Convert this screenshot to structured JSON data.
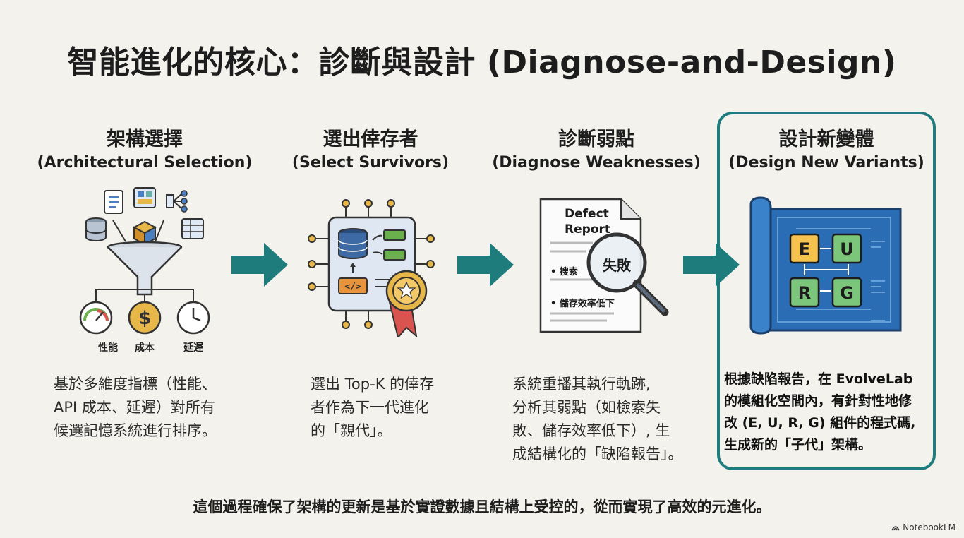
{
  "title": "智能進化的核心：診斷與設計 (Diagnose-and-Design)",
  "stages": [
    {
      "title_zh": "架構選擇",
      "title_en": "(Architectural Selection)",
      "metrics": [
        "性能",
        "成本",
        "延遲"
      ],
      "desc_lines": [
        "基於多維度指標（性能、",
        "API 成本、延遲）對所有",
        "候選記憶系統進行排序。"
      ]
    },
    {
      "title_zh": "選出倖存者",
      "title_en": "(Select Survivors)",
      "desc_lines": [
        "選出 Top-K 的倖存",
        "者作為下一代進化",
        "的「親代」。"
      ]
    },
    {
      "title_zh": "診斷弱點",
      "title_en": "(Diagnose Weaknesses)",
      "report_title_1": "Defect",
      "report_title_2": "Report",
      "report_items": [
        "• 搜索",
        "• 儲存效率低下"
      ],
      "magnifier_text": "失敗",
      "desc_lines": [
        "系統重播其執行軌跡,",
        "分析其弱點（如檢索失",
        "敗、儲存效率低下）, 生",
        "成結構化的「缺陷報告」。"
      ]
    },
    {
      "title_zh": "設計新變體",
      "title_en": "(Design New Variants)",
      "blocks": [
        "E",
        "U",
        "R",
        "G"
      ],
      "desc_lines": [
        "根據缺陷報告，在 EvolveLab",
        "的模組化空間內，有針對性地修",
        "改 (E, U, R, G) 組件的程式碼,",
        "生成新的「子代」架構。"
      ]
    }
  ],
  "footer": "這個過程確保了架構的更新是基於實證數據且結構上受控的，從而實現了高效的元進化。",
  "brand": "NotebookLM",
  "colors": {
    "accent": "#1e7c7c",
    "blueprint": "#2a6db5"
  }
}
